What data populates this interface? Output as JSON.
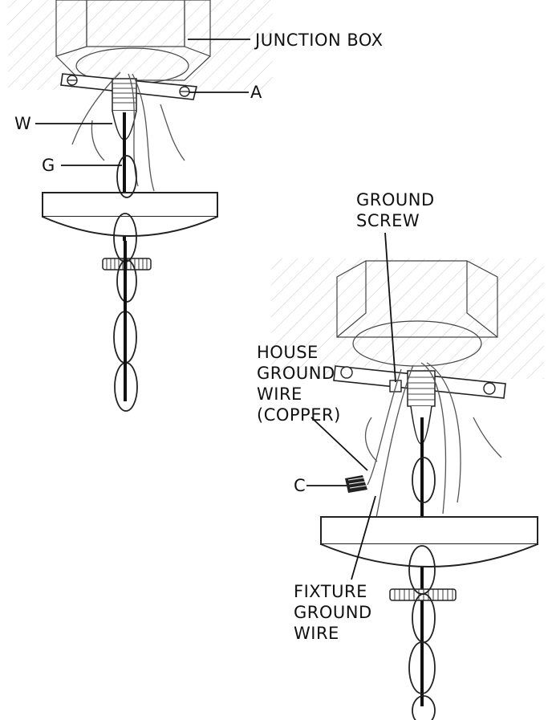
{
  "labels": {
    "junction_box": "JUNCTION BOX",
    "a": "A",
    "w": "W",
    "g": "G",
    "ground_screw": [
      "GROUND",
      "SCREW"
    ],
    "house_ground_wire": [
      "HOUSE",
      "GROUND",
      "WIRE",
      "(COPPER)"
    ],
    "c": "C",
    "fixture_ground_wire": [
      "FIXTURE",
      "GROUND",
      "WIRE"
    ]
  },
  "colors": {
    "line": "#222222",
    "hatch": "#cfcfcf",
    "cord": "#111111"
  }
}
